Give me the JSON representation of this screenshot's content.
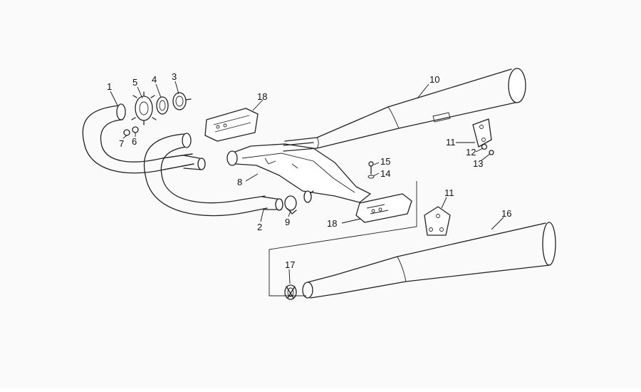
{
  "callouts": [
    {
      "id": "c1",
      "text": "1"
    },
    {
      "id": "c2",
      "text": "2"
    },
    {
      "id": "c3",
      "text": "3"
    },
    {
      "id": "c4",
      "text": "4"
    },
    {
      "id": "c5",
      "text": "5"
    },
    {
      "id": "c6",
      "text": "6"
    },
    {
      "id": "c7",
      "text": "7"
    },
    {
      "id": "c8",
      "text": "8"
    },
    {
      "id": "c9",
      "text": "9"
    },
    {
      "id": "c10",
      "text": "10"
    },
    {
      "id": "c11a",
      "text": "11"
    },
    {
      "id": "c12",
      "text": "12"
    },
    {
      "id": "c13",
      "text": "13"
    },
    {
      "id": "c14",
      "text": "14"
    },
    {
      "id": "c15",
      "text": "15"
    },
    {
      "id": "c11b",
      "text": "11"
    },
    {
      "id": "c16",
      "text": "16"
    },
    {
      "id": "c17",
      "text": "17"
    },
    {
      "id": "c18a",
      "text": "18"
    },
    {
      "id": "c18b",
      "text": "18"
    }
  ]
}
